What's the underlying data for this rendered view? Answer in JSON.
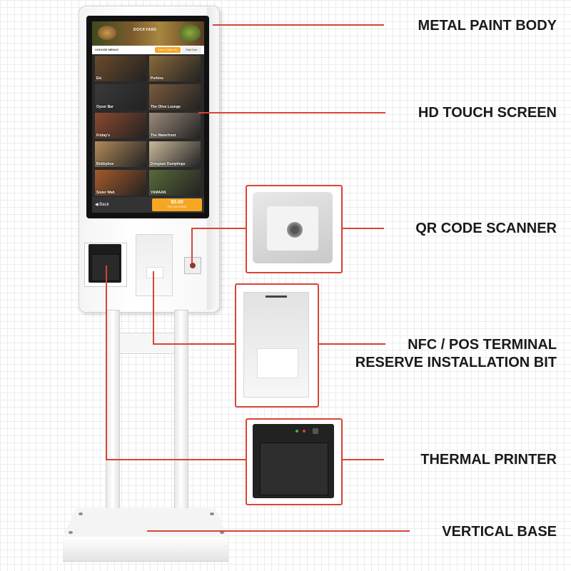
{
  "labels": {
    "metal_body": "METAL PAINT BODY",
    "touch_screen": "HD TOUCH SCREEN",
    "qr_scanner": "QR CODE SCANNER",
    "nfc_line1": "NFC / POS TERMINAL",
    "nfc_line2": "RESERVE INSTALLATION BIT",
    "thermal_printer": "THERMAL PRINTER",
    "vertical_base": "VERTICAL BASE"
  },
  "screen": {
    "brand": "DOCKYARD",
    "menu_title": "CHOOSE MENUS",
    "dine_in": "Dine In (Table 01)",
    "start_over": "Start Over",
    "tiles": [
      {
        "label": "Etc",
        "color": "#6b4a2b"
      },
      {
        "label": "Perkins",
        "color": "#8a6a3a"
      },
      {
        "label": "Oyser Bar",
        "color": "#3a3a3a"
      },
      {
        "label": "The Olive Lounge",
        "color": "#7a5a3e"
      },
      {
        "label": "Friday's",
        "color": "#8a4a2e"
      },
      {
        "label": "The Waterfront",
        "color": "#9a8a7a"
      },
      {
        "label": "Bobbybox",
        "color": "#b28a5a"
      },
      {
        "label": "Dongsan Dumplings",
        "color": "#c8b89a"
      },
      {
        "label": "Sister Wah",
        "color": "#a65a2a"
      },
      {
        "label": "YAMAAN",
        "color": "#5a6a3a"
      }
    ],
    "back": "Back",
    "amount": "$0.00",
    "pay": "PAY (0) ITEMS"
  },
  "colors": {
    "accent_line": "#d84435",
    "button_orange": "#f5a623"
  }
}
